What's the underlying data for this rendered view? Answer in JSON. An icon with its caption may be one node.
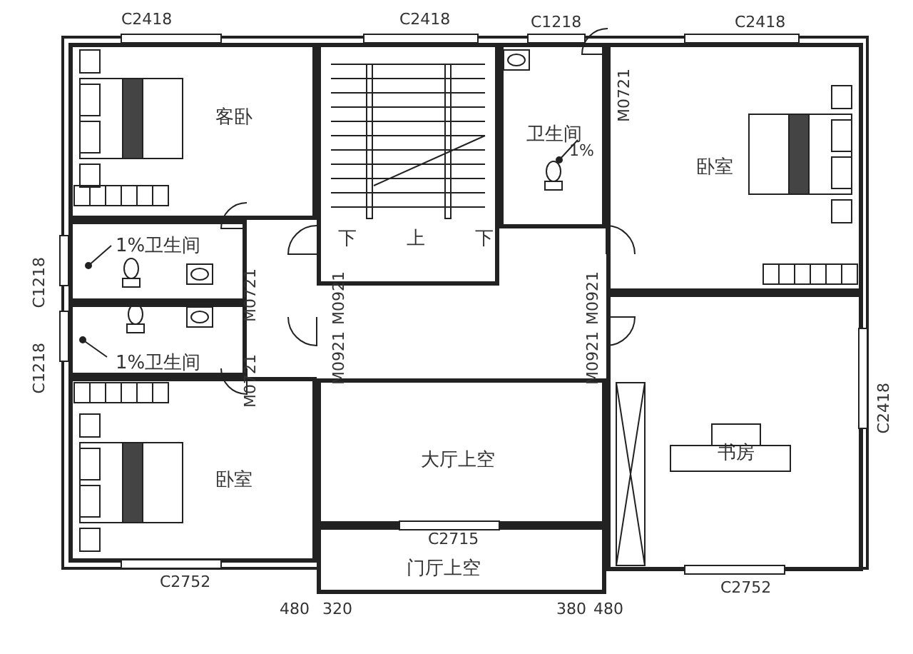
{
  "diagram": {
    "nodes": [
      {
        "text": [
          "客卧"
        ]
      },
      {
        "text": [
          "下",
          "上",
          "下"
        ]
      },
      {
        "text": [
          "卫生间",
          "1%"
        ]
      },
      {
        "text": [
          "卧室"
        ]
      },
      {
        "text": [
          "1%卫生间"
        ]
      },
      {
        "text": [
          "1%卫生间"
        ]
      },
      {
        "text": [
          "卧室"
        ]
      },
      {
        "text": [
          "大厅上空"
        ]
      },
      {
        "text": [
          "门厅上空"
        ]
      },
      {
        "text": [
          "书房"
        ]
      }
    ],
    "labels": [
      "C2418",
      "C2418",
      "C1218",
      "C2418",
      "M0721",
      "C1218",
      "M0721",
      "M0921",
      "M0921",
      "C1218",
      "M0921",
      "M0921",
      "M0721",
      "C2418",
      "C2752",
      "C2715",
      "C2752",
      "480",
      "320",
      "380",
      "480"
    ]
  }
}
